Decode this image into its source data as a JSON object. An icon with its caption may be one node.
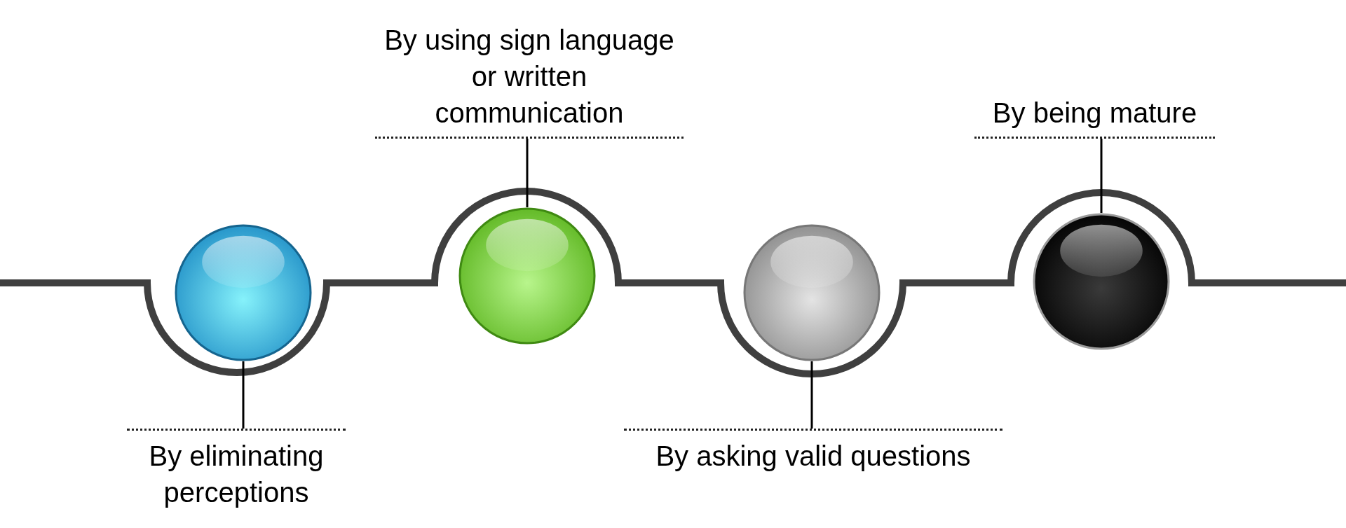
{
  "diagram": {
    "nodes": [
      {
        "text": [
          "By using sign language or written communication"
        ]
      },
      {
        "text": [
          "By being mature"
        ]
      },
      {
        "text": [],
        "shape": "circle"
      },
      {
        "text": [],
        "shape": "circle"
      },
      {
        "text": [],
        "shape": "circle"
      },
      {
        "text": [],
        "shape": "circle"
      },
      {
        "text": [
          "By eliminating perceptions"
        ]
      },
      {
        "text": [
          "By asking valid questions"
        ]
      }
    ],
    "edges": [
      {
        "from": 0,
        "to": 3,
        "arrow": "none"
      },
      {
        "from": 1,
        "to": 5,
        "arrow": "none"
      },
      {
        "from": 6,
        "to": 2,
        "arrow": "none"
      },
      {
        "from": 7,
        "to": 4,
        "arrow": "none"
      }
    ]
  }
}
